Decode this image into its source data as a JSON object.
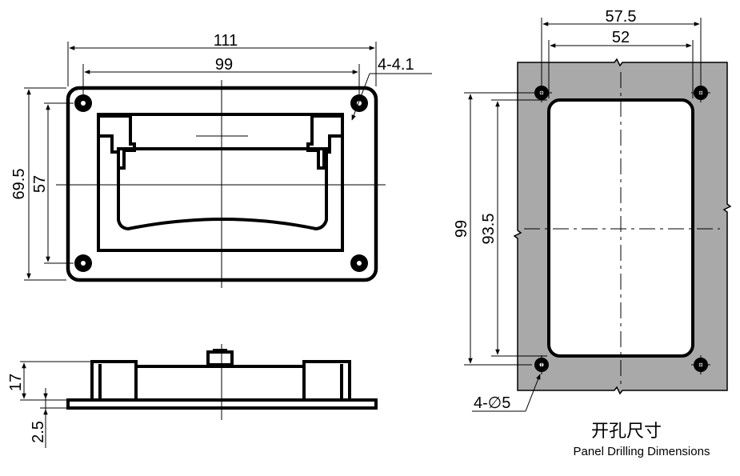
{
  "front_view": {
    "overall_width": "111",
    "inner_width": "99",
    "overall_height": "69.5",
    "inner_height": "57",
    "hole_callout": "4-4.1"
  },
  "side_view": {
    "height": "17",
    "plate_thickness": "2.5"
  },
  "panel_cutout": {
    "hole_spacing_width": "57.5",
    "cutout_width": "52",
    "hole_spacing_height": "99",
    "cutout_height": "93.5",
    "hole_callout": "4-∅5"
  },
  "caption": {
    "title_cn": "开孔尺寸",
    "title_en": "Panel Drilling Dimensions"
  },
  "colors": {
    "panel_fill": "#a9a9a9",
    "line": "#000000",
    "background": "#ffffff"
  }
}
